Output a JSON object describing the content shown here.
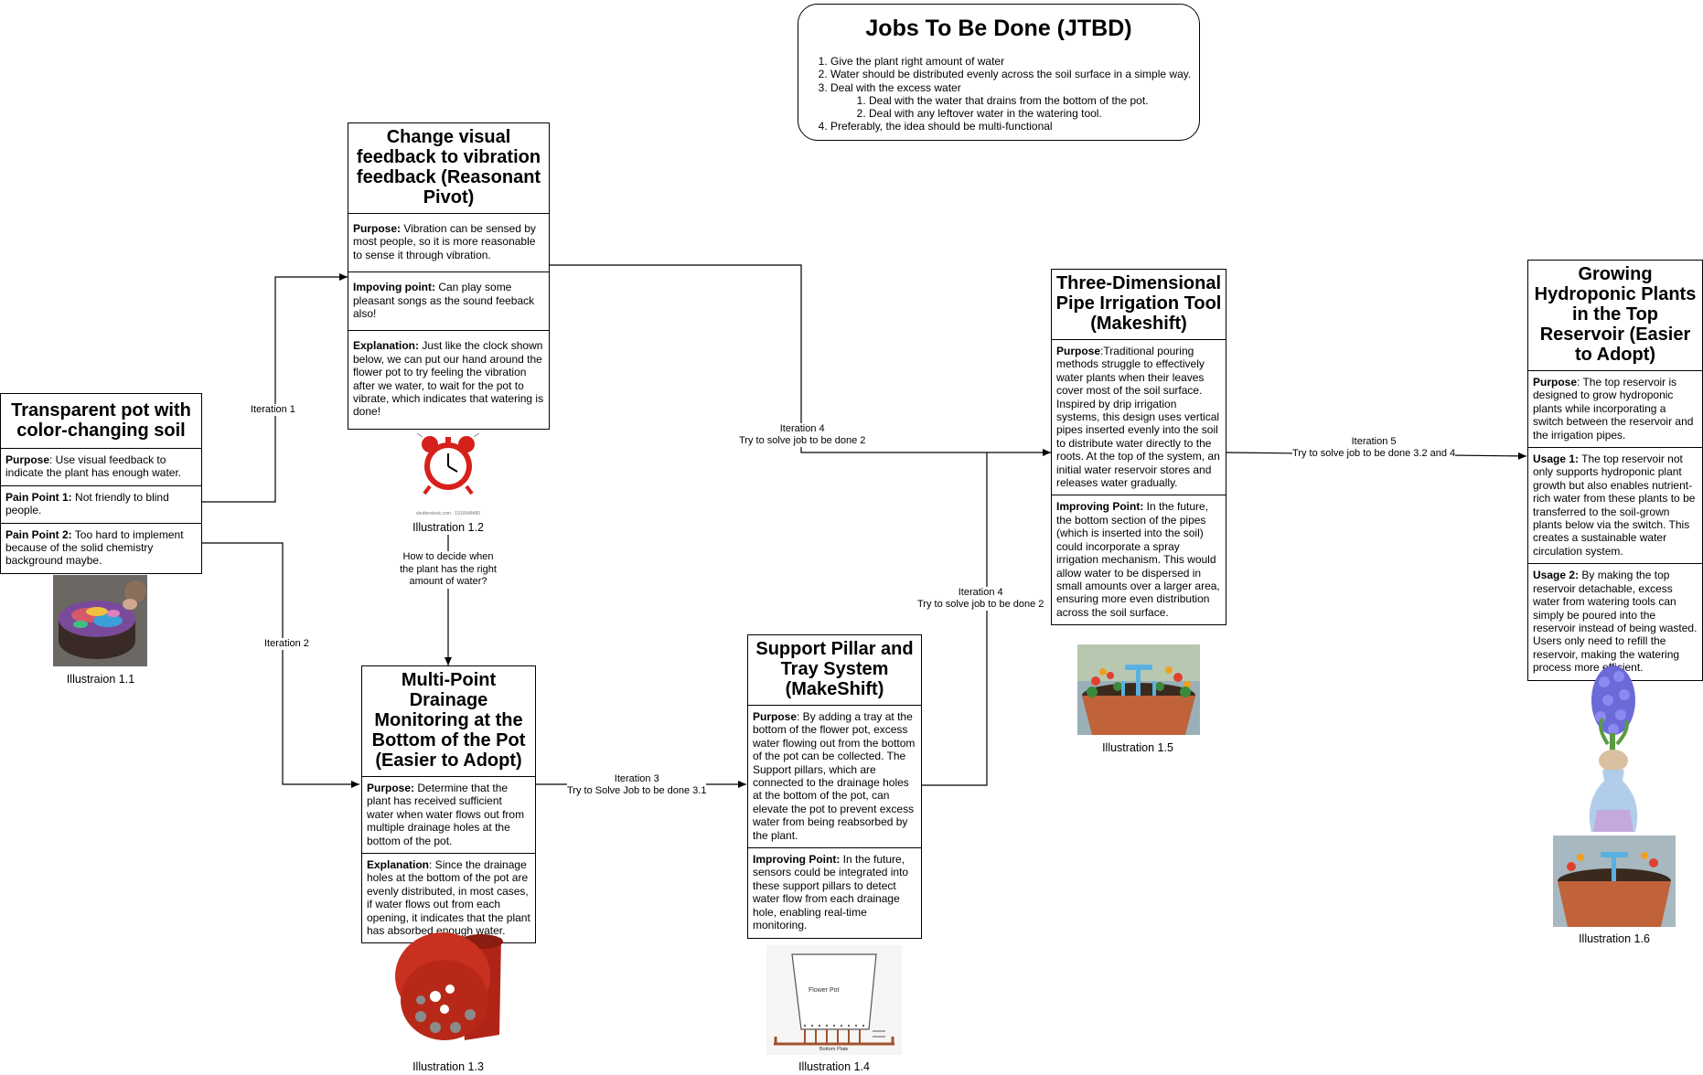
{
  "jtbd": {
    "title": "Jobs To Be Done (JTBD)",
    "items": [
      "Give the plant right amount of water",
      "Water should be distributed evenly across the soil surface in a simple way.",
      "Deal with the excess water",
      "Preferably, the idea should be multi-functional"
    ],
    "subitems": [
      "Deal with the water that drains from the bottom of the pot.",
      "Deal with any leftover water in the watering tool."
    ]
  },
  "n1": {
    "title": "Transparent pot with color-changing soil",
    "purpose_label": "Purpose",
    "purpose_text": ": Use visual feedback to indicate the plant has enough water.",
    "pain1_label": "Pain Point 1:",
    "pain1_text": " Not friendly to blind people.",
    "pain2_label": "Pain Point 2:",
    "pain2_text": " Too hard to implement because of the solid chemistry background maybe.",
    "caption": "Illustraion 1.1"
  },
  "n2": {
    "title": "Change visual feedback to vibration feedback (Reasonant Pivot)",
    "purpose_label": "Purpose:",
    "purpose_text": " Vibration can be sensed by most people, so it is more reasonable to sense it through vibration.",
    "improving_label": "Impoving point:",
    "improving_text": " Can play some pleasant songs as the sound feeback also!",
    "explanation_label": "Explanation:",
    "explanation_text": " Just like the clock shown below, we can put our hand around the flower pot to try feeling the vibration after we water, to wait for the pot to vibrate, which indicates that watering is done!",
    "caption": "Illustration 1.2",
    "watermark": "shutterstock.com · 1919948480"
  },
  "n3": {
    "title": "Multi-Point Drainage Monitoring at the Bottom of the Pot (Easier to Adopt)",
    "purpose_label": "Purpose:",
    "purpose_text": " Determine that the plant has received sufficient water when water flows out from multiple drainage holes at the bottom of the pot.",
    "explanation_label": "Explanation",
    "explanation_text": ": Since the drainage holes at the bottom of the pot are evenly distributed, in most cases, if water flows out from each opening, it indicates that the plant has absorbed enough water.",
    "caption": "Illustration 1.3"
  },
  "n4": {
    "title": "Support Pillar and Tray System (MakeShift)",
    "purpose_label": "Purpose",
    "purpose_text": ": By adding a tray at the bottom of the flower pot, excess water flowing out from the bottom of the pot can be collected. The Support pillars, which are connected to the drainage holes at the bottom of the pot, can elevate the pot to prevent excess water from being reabsorbed by the plant.",
    "improving_label": "Improving Point:",
    "improving_text": " In the future, sensors could be integrated into these support pillars to detect water flow from each drainage hole, enabling real-time monitoring.",
    "caption": "Illustration 1.4",
    "sketch_pot": "Flower Pot",
    "sketch_plate": "Bottom Plate"
  },
  "n5": {
    "title": "Three-Dimensional Pipe Irrigation Tool (Makeshift)",
    "purpose_label": "Purpose",
    "purpose_text": ":Traditional pouring methods struggle to effectively water plants when their leaves cover most of the soil surface. Inspired by drip irrigation systems, this design uses vertical pipes inserted evenly into the soil to distribute water directly to the roots. At the top of the system, an initial water reservoir stores and releases water gradually.",
    "improving_label": "Improving Point:",
    "improving_text": " In the future, the bottom section of the pipes (which is inserted into the soil) could incorporate a spray irrigation mechanism. This would allow water to be dispersed in small amounts over a larger area, ensuring more even distribution across the soil surface.",
    "caption": "Illustration 1.5"
  },
  "n6": {
    "title": "Growing Hydroponic Plants in the Top Reservoir (Easier to Adopt)",
    "purpose_label": "Purpose",
    "purpose_text": ": The top reservoir is designed to grow hydroponic plants while incorporating a switch between the reservoir and the irrigation pipes.",
    "usage1_label": "Usage 1:",
    "usage1_text": " The top reservoir not only supports hydroponic plant growth but also enables nutrient-rich water from these plants to be transferred to the soil-grown plants below via the switch. This creates a sustainable water circulation system.",
    "usage2_label": "Usage 2:",
    "usage2_text": " By making the top reservoir detachable, excess water from watering tools can simply be poured into the reservoir instead of being wasted. Users only need to refill the reservoir, making the watering process more efficient.",
    "caption": "Illustration 1.6"
  },
  "edges": {
    "it1": "Iteration 1",
    "it2": "Iteration 2",
    "it3": "Iteration 3",
    "it3_sub": "Try to Solve Job to be done 3.1",
    "it4": "Iteration 4",
    "it4_sub": "Try to solve job to be done 2",
    "it4b": "Iteration 4",
    "it4b_sub": "Try to solve job to be done 2",
    "it5": "Iteration 5",
    "it5_sub": "Try to solve job to be done 3.2 and 4",
    "question": "How to decide when the plant has the right amount of water?"
  }
}
